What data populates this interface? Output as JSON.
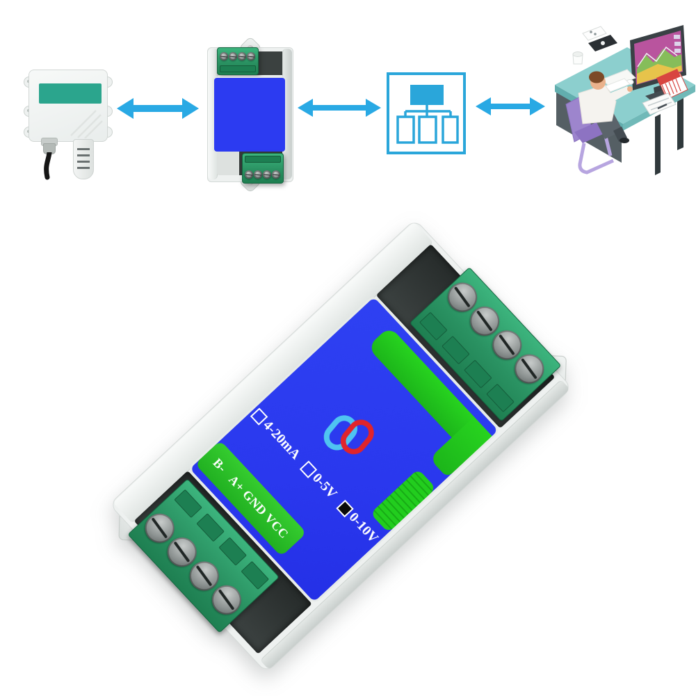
{
  "module_label": {
    "io_options": [
      {
        "label": "4-20mA",
        "checked": false
      },
      {
        "label": "0-5V",
        "checked": false
      },
      {
        "label": "0-10V",
        "checked": true
      }
    ],
    "terminal_pins": [
      "B-",
      "A+",
      "GND",
      "VCC"
    ]
  },
  "flow": {
    "steps": [
      {
        "icon": "temperature-humidity-sensor-icon"
      },
      {
        "icon": "signal-converter-module-icon"
      },
      {
        "icon": "network-hub-icon"
      },
      {
        "icon": "operator-workstation-icon"
      }
    ],
    "connector_icon": "double-headed-arrow-icon"
  },
  "logo": {
    "icon": "chain-links-logo",
    "colors": [
      "#4fc4f1",
      "#e0242b"
    ]
  },
  "colors": {
    "arrow_blue": "#29a9e4",
    "network_icon_blue": "#2aa6da",
    "module_face_blue": "#2b3af0",
    "accent_green": "#1fcb1f",
    "label_strip_green": "#2cc32c",
    "terminal_block_green": "#2e9e6b",
    "sensor_label_teal": "#2ba58d"
  }
}
